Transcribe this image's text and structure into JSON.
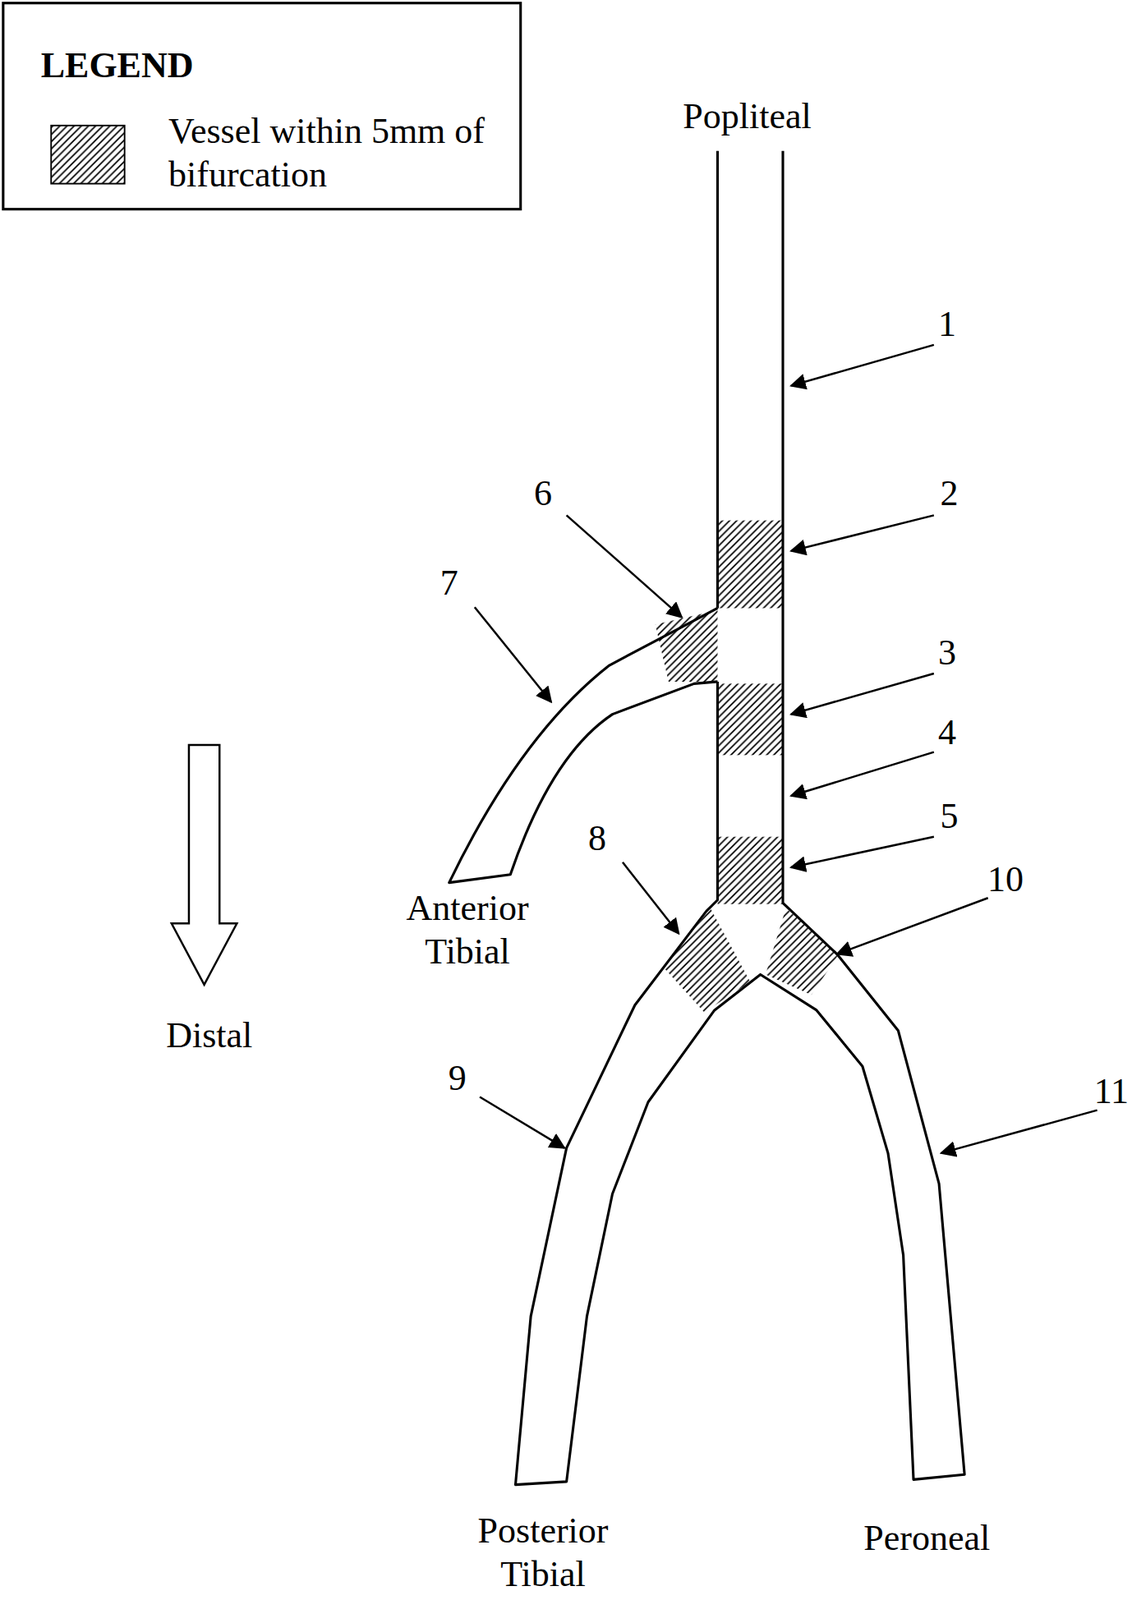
{
  "diagram": {
    "labels": [
      "LEGEND",
      "Popliteal",
      "1",
      "2",
      "6",
      "7",
      "3",
      "4",
      "5",
      "8",
      "10",
      "9",
      "11",
      "Anterior Tibial",
      "Distal",
      "Posterior Tibial",
      "Peroneal"
    ],
    "legend": [
      {
        "text": "Vessel within 5mm of bifurcation"
      }
    ]
  }
}
